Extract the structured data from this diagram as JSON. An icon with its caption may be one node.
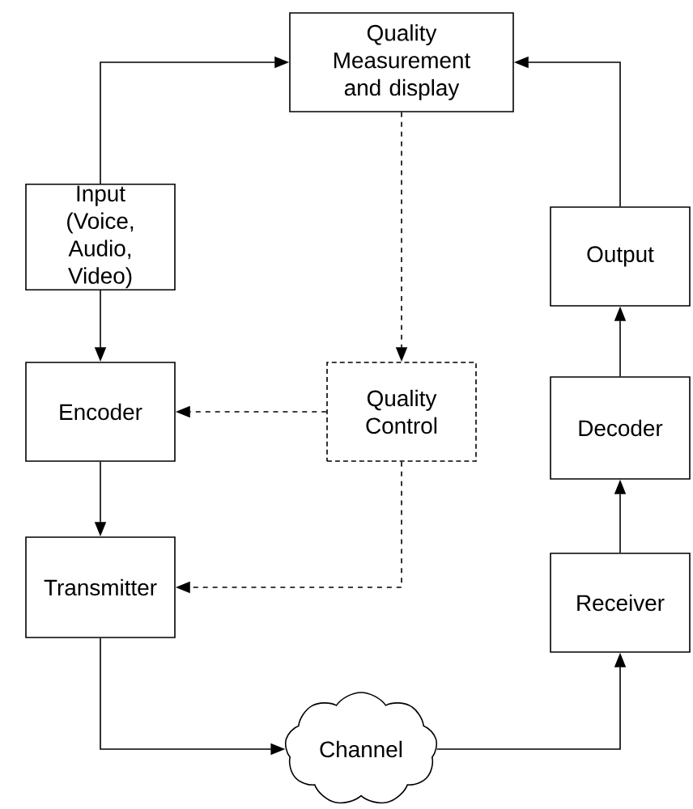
{
  "diagram": {
    "nodes": [
      {
        "text": [
          "Quality Measurement and display"
        ]
      },
      {
        "text": [
          "Input (Voice, Audio, Video)"
        ]
      },
      {
        "text": [
          "Encoder"
        ]
      },
      {
        "text": [
          "Quality Control"
        ]
      },
      {
        "text": [
          "Output"
        ]
      },
      {
        "text": [
          "Decoder"
        ]
      },
      {
        "text": [
          "Transmitter"
        ]
      },
      {
        "text": [
          "Receiver"
        ]
      },
      {
        "text": [
          "Channel"
        ]
      }
    ],
    "edges": [
      {
        "from": 1,
        "to": 0,
        "arrow": "to"
      },
      {
        "from": 4,
        "to": 0,
        "arrow": "to"
      },
      {
        "from": 0,
        "to": 3,
        "arrow": "to",
        "style": "dashed"
      },
      {
        "from": 1,
        "to": 2,
        "arrow": "to"
      },
      {
        "from": 3,
        "to": 2,
        "arrow": "to",
        "style": "dashed"
      },
      {
        "from": 3,
        "to": 6,
        "arrow": "to",
        "style": "dashed"
      },
      {
        "from": 2,
        "to": 6,
        "arrow": "to"
      },
      {
        "from": 6,
        "to": 8,
        "arrow": "to"
      },
      {
        "from": 8,
        "to": 7,
        "arrow": "to"
      },
      {
        "from": 7,
        "to": 5,
        "arrow": "to"
      },
      {
        "from": 5,
        "to": 4,
        "arrow": "to"
      }
    ]
  }
}
